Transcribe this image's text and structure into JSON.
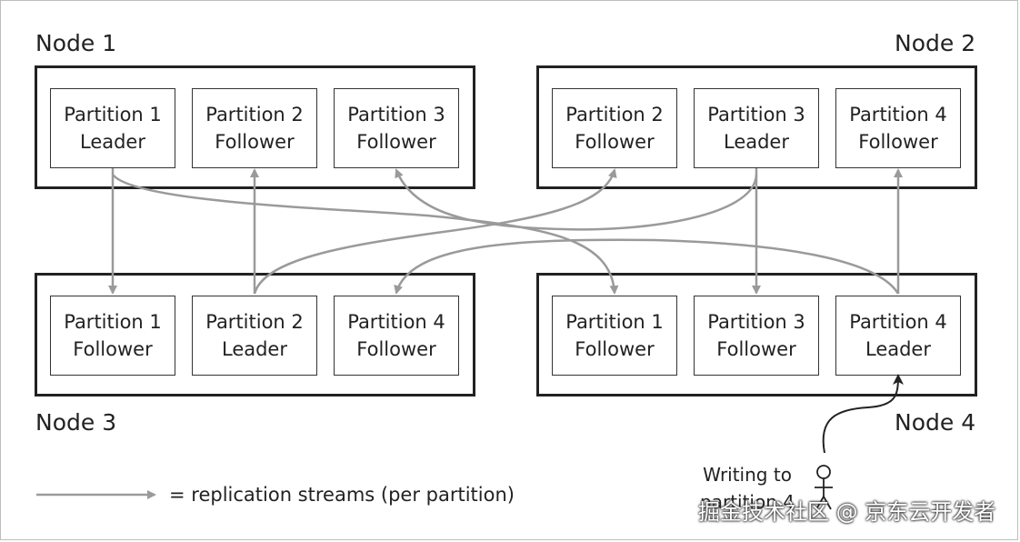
{
  "nodes": [
    {
      "label": "Node 1",
      "partitions": [
        {
          "line1": "Partition 1",
          "line2": "Leader"
        },
        {
          "line1": "Partition 2",
          "line2": "Follower"
        },
        {
          "line1": "Partition 3",
          "line2": "Follower"
        }
      ]
    },
    {
      "label": "Node 2",
      "partitions": [
        {
          "line1": "Partition 2",
          "line2": "Follower"
        },
        {
          "line1": "Partition 3",
          "line2": "Leader"
        },
        {
          "line1": "Partition 4",
          "line2": "Follower"
        }
      ]
    },
    {
      "label": "Node 3",
      "partitions": [
        {
          "line1": "Partition 1",
          "line2": "Follower"
        },
        {
          "line1": "Partition 2",
          "line2": "Leader"
        },
        {
          "line1": "Partition 4",
          "line2": "Follower"
        }
      ]
    },
    {
      "label": "Node 4",
      "partitions": [
        {
          "line1": "Partition 1",
          "line2": "Follower"
        },
        {
          "line1": "Partition 3",
          "line2": "Follower"
        },
        {
          "line1": "Partition 4",
          "line2": "Leader"
        }
      ]
    }
  ],
  "legend": {
    "text": "= replication streams (per partition)"
  },
  "client": {
    "line1": "Writing to",
    "line2": "partition 4"
  },
  "watermark": "掘金技术社区 @ 京东云开发者",
  "colors": {
    "arrow": "#9a9a9a",
    "border": "#222222"
  }
}
